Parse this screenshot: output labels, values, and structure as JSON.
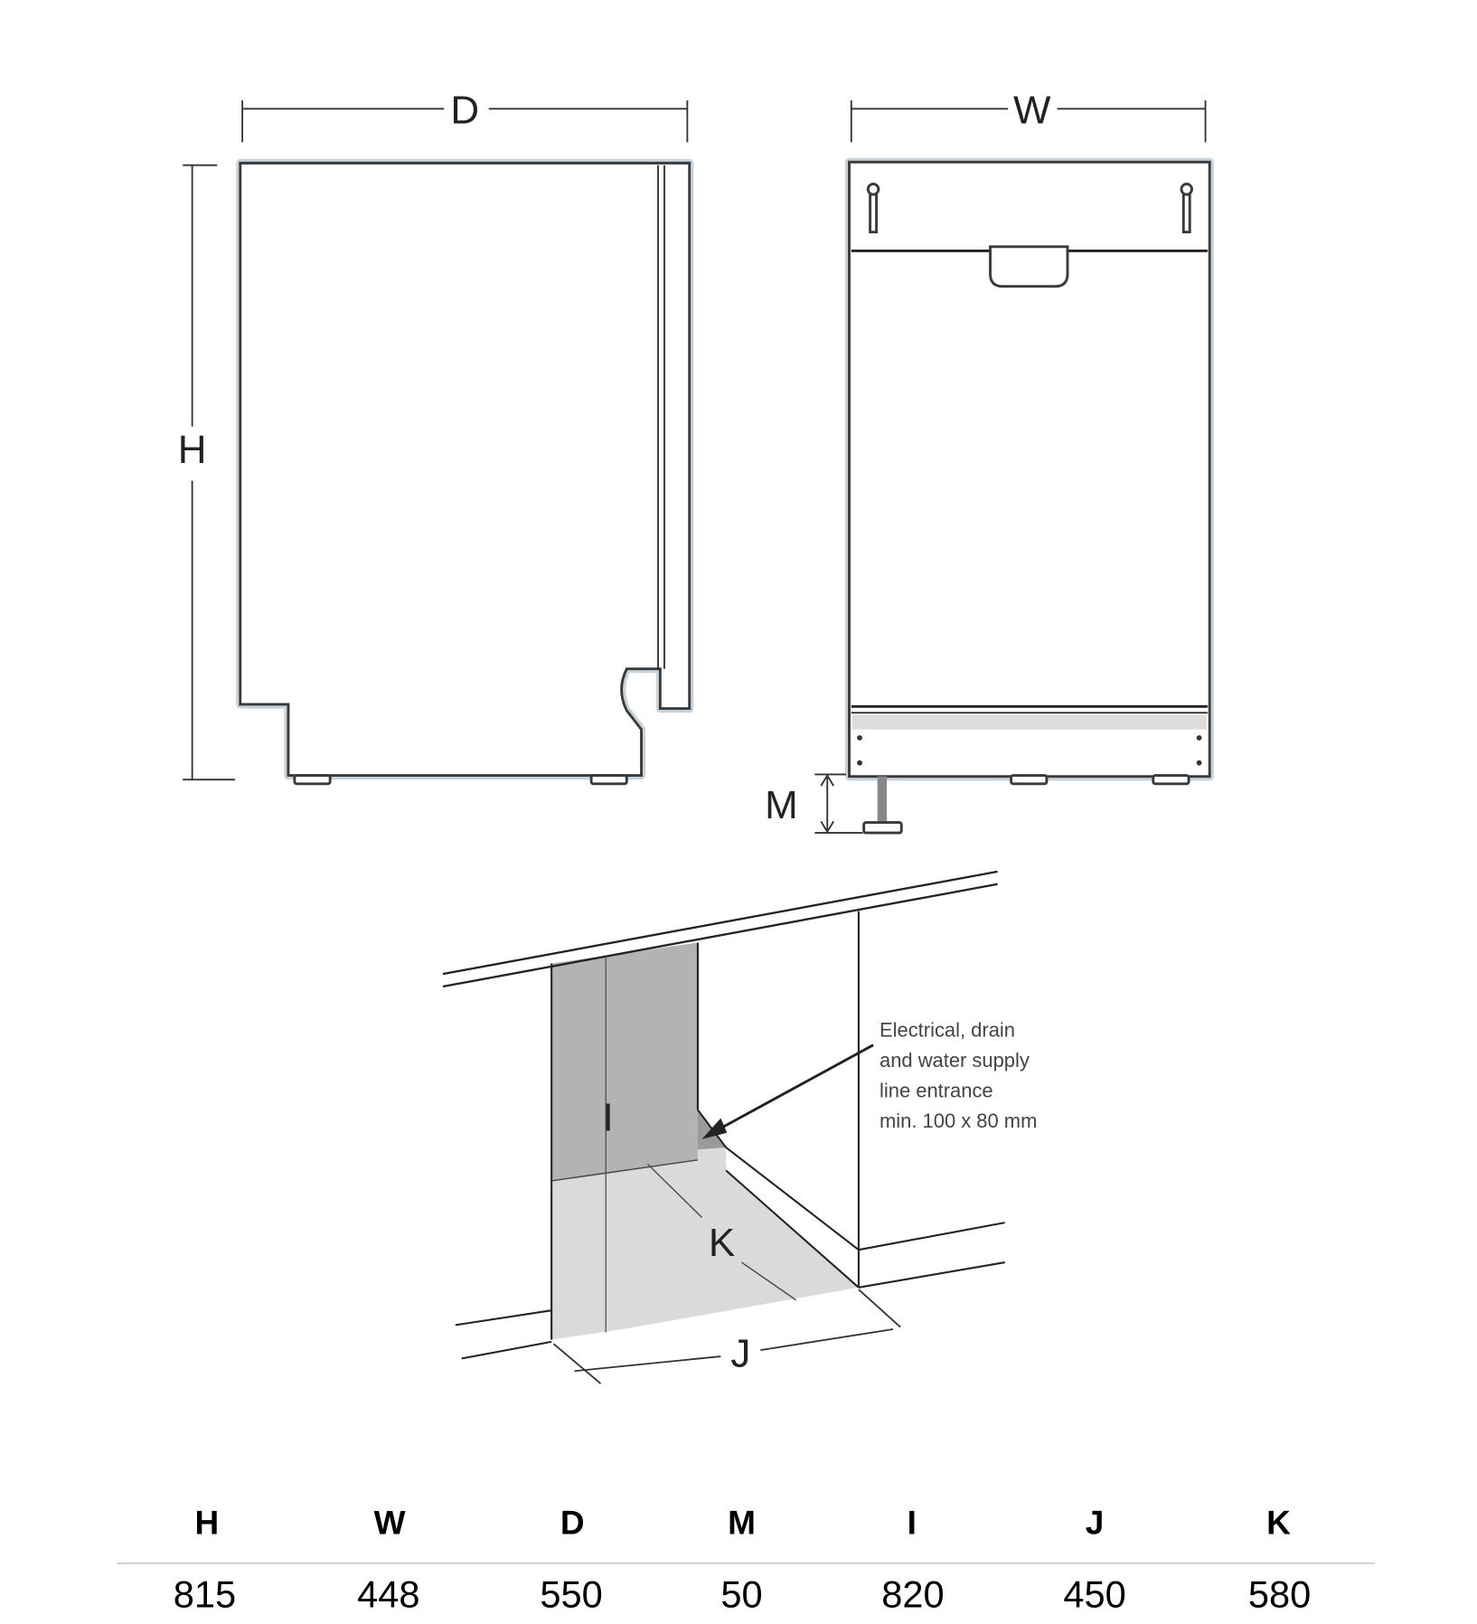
{
  "labels": {
    "D": "D",
    "W": "W",
    "H": "H",
    "M": "M",
    "I": "I",
    "J": "J",
    "K": "K"
  },
  "note": [
    "Electrical, drain",
    "and water supply",
    "line entrance",
    "min. 100 x 80 mm"
  ],
  "table": {
    "headers": [
      "H",
      "W",
      "D",
      "M",
      "I",
      "J",
      "K"
    ],
    "values": [
      "815",
      "448",
      "550",
      "50",
      "820",
      "450",
      "580"
    ]
  }
}
